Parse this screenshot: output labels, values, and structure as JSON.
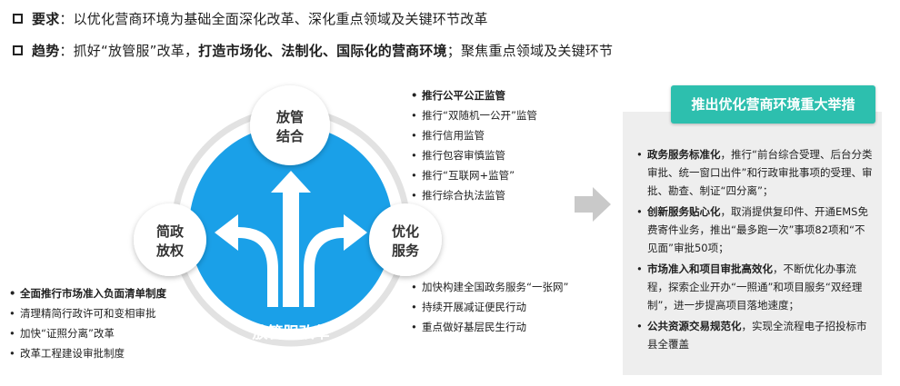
{
  "header": {
    "line1": {
      "label": "要求",
      "text": "：以优化营商环境为基础全面深化改革、深化重点领域及关键环节改革"
    },
    "line2": {
      "label": "趋势",
      "text_a": "：抓好“放管服”改革，",
      "text_b": "打造市场化、法制化、国际化的营商环境",
      "text_c": "；聚焦重点领域及关键环节"
    }
  },
  "diagram": {
    "center_label": "放管服改革",
    "nodes": {
      "top": [
        "放管",
        "结合"
      ],
      "left": [
        "简政",
        "放权"
      ],
      "right": [
        "优化",
        "服务"
      ]
    },
    "colors": {
      "circle": "#1aa0e8",
      "node_text": "#333333",
      "accent": "#2dbfae"
    }
  },
  "lists": {
    "top_right": [
      {
        "text": "推行公平公正监管",
        "bold": true
      },
      {
        "text": "推行“双随机一公开”监管",
        "bold": false
      },
      {
        "text": "推行信用监管",
        "bold": false
      },
      {
        "text": "推行包容审慎监管",
        "bold": false
      },
      {
        "text": "推行“互联网+监管”",
        "bold": false
      },
      {
        "text": "推行综合执法监管",
        "bold": false
      }
    ],
    "bottom_left": [
      {
        "text": "全面推行市场准入负面清单制度",
        "bold": true
      },
      {
        "text": "清理精简行政许可和变相审批",
        "bold": false
      },
      {
        "text": "加快“证照分离”改革",
        "bold": false
      },
      {
        "text": "改革工程建设审批制度",
        "bold": false
      }
    ],
    "bottom_right": [
      {
        "text": "加快构建全国政务服务“一张网”",
        "bold": false
      },
      {
        "text": "持续开展减证便民行动",
        "bold": false
      },
      {
        "text": "重点做好基层民生行动",
        "bold": false
      }
    ]
  },
  "panel": {
    "title": "推出优化营商环境重大举措",
    "items": [
      {
        "bold": "政务服务标准化",
        "text": "，推行“前台综合受理、后台分类审批、统一窗口出件”和行政审批事项的受理、审批、勘查、制证“四分离”；"
      },
      {
        "bold": "创新服务贴心化",
        "text": "，取消提供复印件、开通EMS免费寄件业务，推出“最多跑一次”事项82项和“不见面”审批50项；"
      },
      {
        "bold": "市场准入和项目审批高效化",
        "text": "，不断优化办事流程，探索企业开办“一照通”和项目服务“双经理制”，进一步提高项目落地速度；"
      },
      {
        "bold": "公共资源交易规范化",
        "text": "，实现全流程电子招投标市县全覆盖"
      }
    ]
  }
}
